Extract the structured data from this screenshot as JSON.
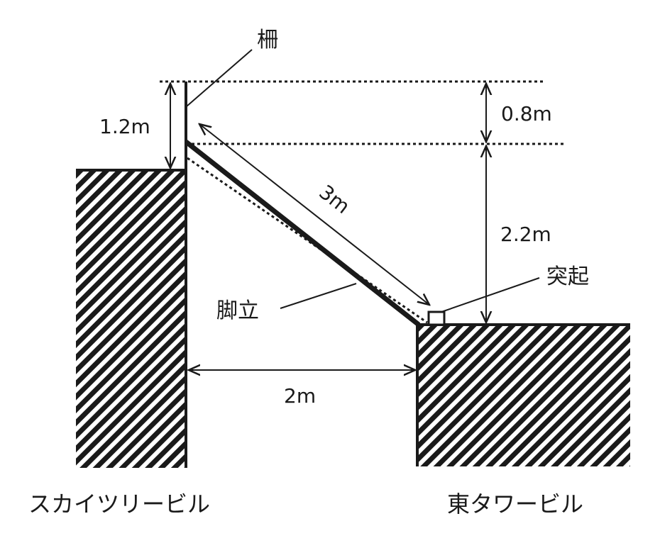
{
  "labels": {
    "fence": "柵",
    "ladder": "脚立",
    "protrusion": "突起",
    "left_building": "スカイツリービル",
    "right_building": "東タワービル"
  },
  "dimensions": {
    "fence_height": "1.2m",
    "top_gap": "0.8m",
    "ladder_length": "3m",
    "height_to_protrusion": "2.2m",
    "gap_between_buildings": "2m"
  },
  "colors": {
    "ink": "#1a1a1a",
    "background": "#ffffff"
  }
}
